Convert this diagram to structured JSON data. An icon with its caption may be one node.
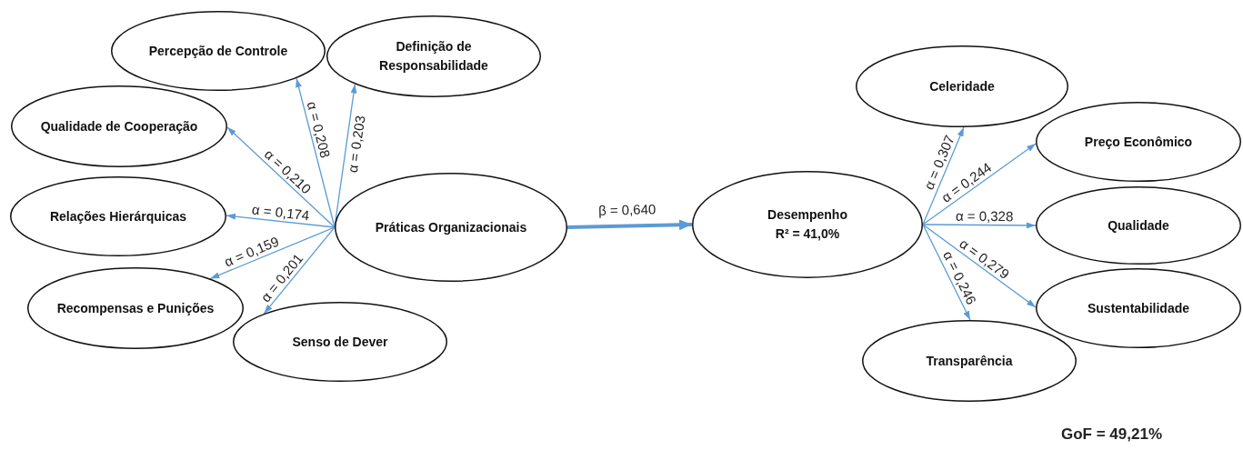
{
  "diagram": {
    "nodes": [
      {
        "text": [
          "Percepção de Controle"
        ]
      },
      {
        "text": [
          "Definição de Responsabilidade"
        ]
      },
      {
        "text": [
          "Qualidade de Cooperação"
        ]
      },
      {
        "text": [
          "Relações Hierárquicas"
        ]
      },
      {
        "text": [
          "Práticas Organizacionais"
        ]
      },
      {
        "text": [
          "Recompensas e Punições"
        ]
      },
      {
        "text": [
          "Senso de Dever"
        ]
      },
      {
        "text": [
          "Desempenho",
          "R² = 41,0%"
        ]
      },
      {
        "text": [
          "Celeridade"
        ]
      },
      {
        "text": [
          "Preço Econômico"
        ]
      },
      {
        "text": [
          "Qualidade"
        ]
      },
      {
        "text": [
          "Sustentabilidade"
        ]
      },
      {
        "text": [
          "Transparência"
        ]
      }
    ],
    "edges": [
      {
        "from": 4,
        "to": 0,
        "arrow": "to",
        "label": "α = 0,208"
      },
      {
        "from": 4,
        "to": 1,
        "arrow": "to",
        "label": "α = 0,203"
      },
      {
        "from": 4,
        "to": 2,
        "arrow": "to",
        "label": "α = 0,210"
      },
      {
        "from": 4,
        "to": 3,
        "arrow": "to",
        "label": "α = 0,174"
      },
      {
        "from": 4,
        "to": 5,
        "arrow": "to",
        "label": "α = 0,159"
      },
      {
        "from": 4,
        "to": 6,
        "arrow": "to",
        "label": "α = 0,201"
      },
      {
        "from": 4,
        "to": 7,
        "arrow": "to",
        "label": "β = 0,640",
        "style": "thick"
      },
      {
        "from": 7,
        "to": 8,
        "arrow": "to",
        "label": "α = 0,307"
      },
      {
        "from": 7,
        "to": 9,
        "arrow": "to",
        "label": "α = 0,244"
      },
      {
        "from": 7,
        "to": 10,
        "arrow": "to",
        "label": "α = 0,328"
      },
      {
        "from": 7,
        "to": 11,
        "arrow": "to",
        "label": "α = 0,279"
      },
      {
        "from": 7,
        "to": 12,
        "arrow": "to",
        "label": "α = 0,246"
      }
    ],
    "labels": [
      "GoF = 49,21%"
    ]
  }
}
